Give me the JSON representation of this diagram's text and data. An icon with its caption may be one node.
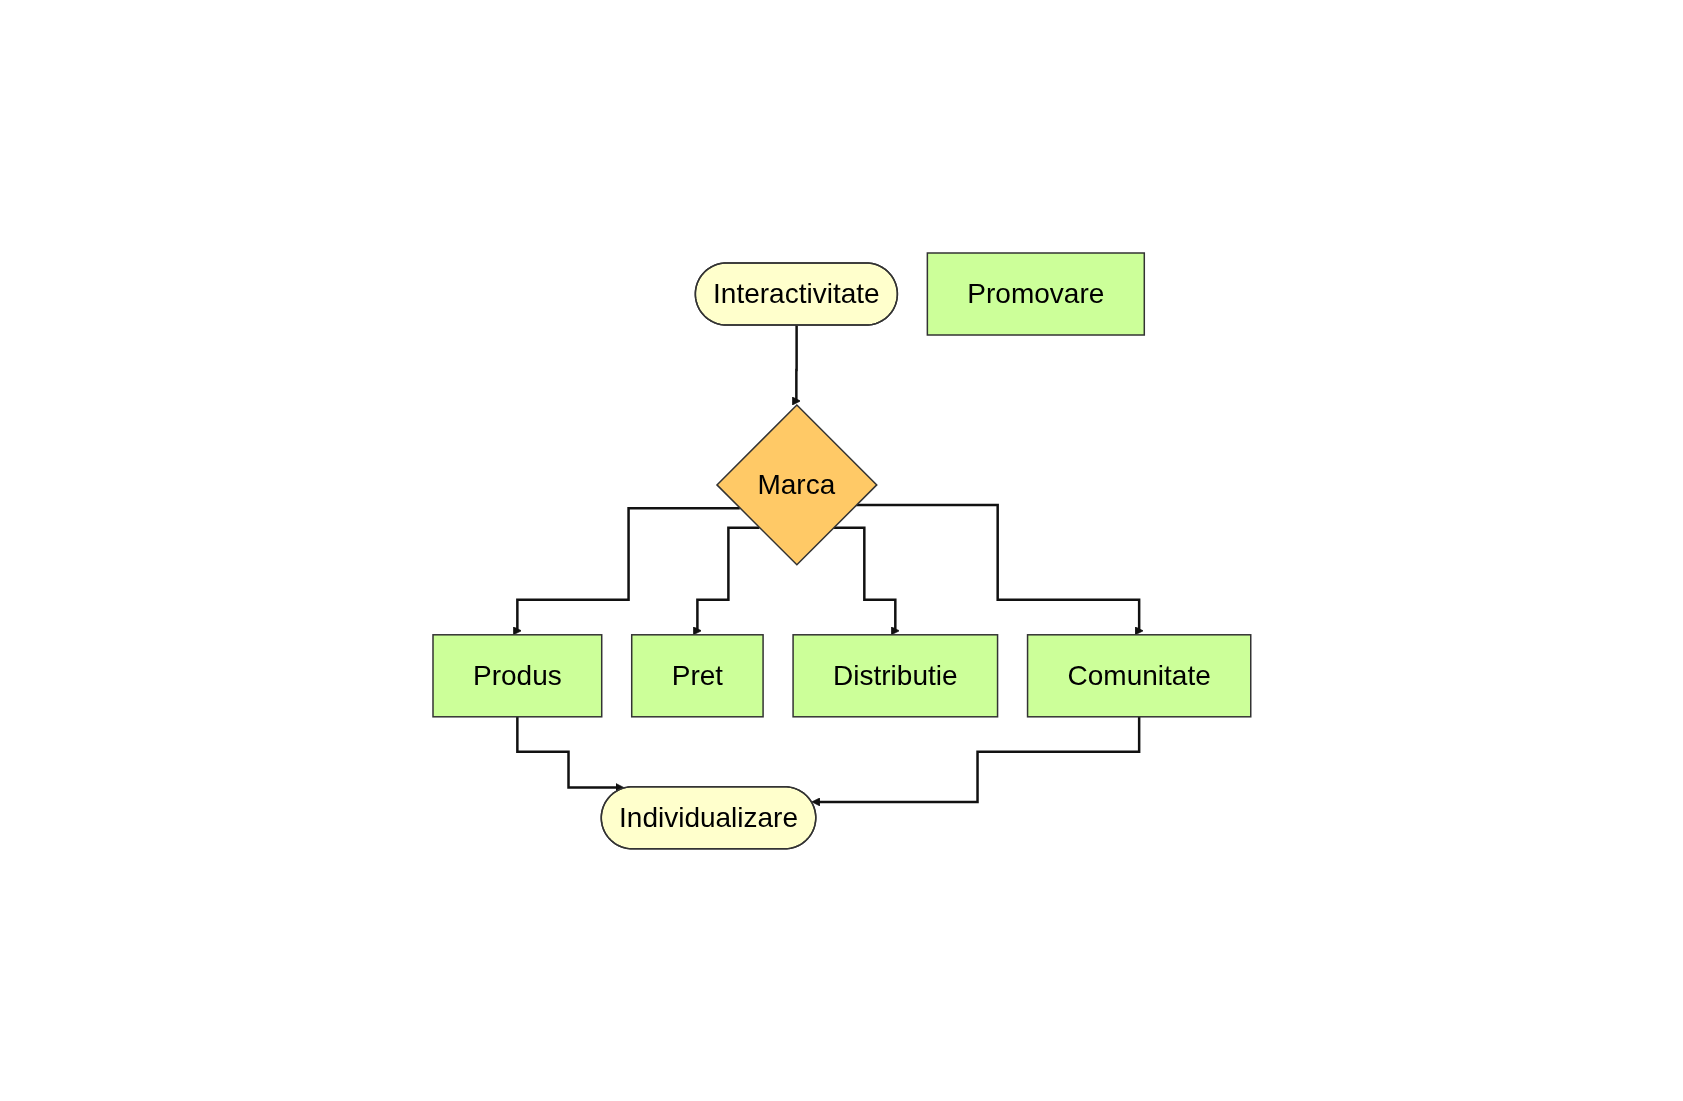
{
  "diagram": {
    "nodes": [
      {
        "text": [
          "Interactivitate"
        ]
      },
      {
        "text": [
          "Marca"
        ]
      },
      {
        "text": [
          "Produs"
        ]
      },
      {
        "text": [
          "Pret"
        ]
      },
      {
        "text": [
          "Promovare"
        ]
      },
      {
        "text": [
          "Distributie"
        ]
      },
      {
        "text": [
          "Comunitate"
        ]
      },
      {
        "text": [
          "Individualizare"
        ]
      }
    ],
    "edges": [
      {
        "from": 0,
        "to": 1,
        "arrow": "to"
      },
      {
        "from": 1,
        "to": 2,
        "arrow": "to"
      },
      {
        "from": 1,
        "to": 3,
        "arrow": "to"
      },
      {
        "from": 1,
        "to": 5,
        "arrow": "to"
      },
      {
        "from": 1,
        "to": 6,
        "arrow": "to"
      },
      {
        "from": 2,
        "to": 7,
        "arrow": "to"
      },
      {
        "from": 6,
        "to": 7,
        "arrow": "to"
      }
    ]
  }
}
